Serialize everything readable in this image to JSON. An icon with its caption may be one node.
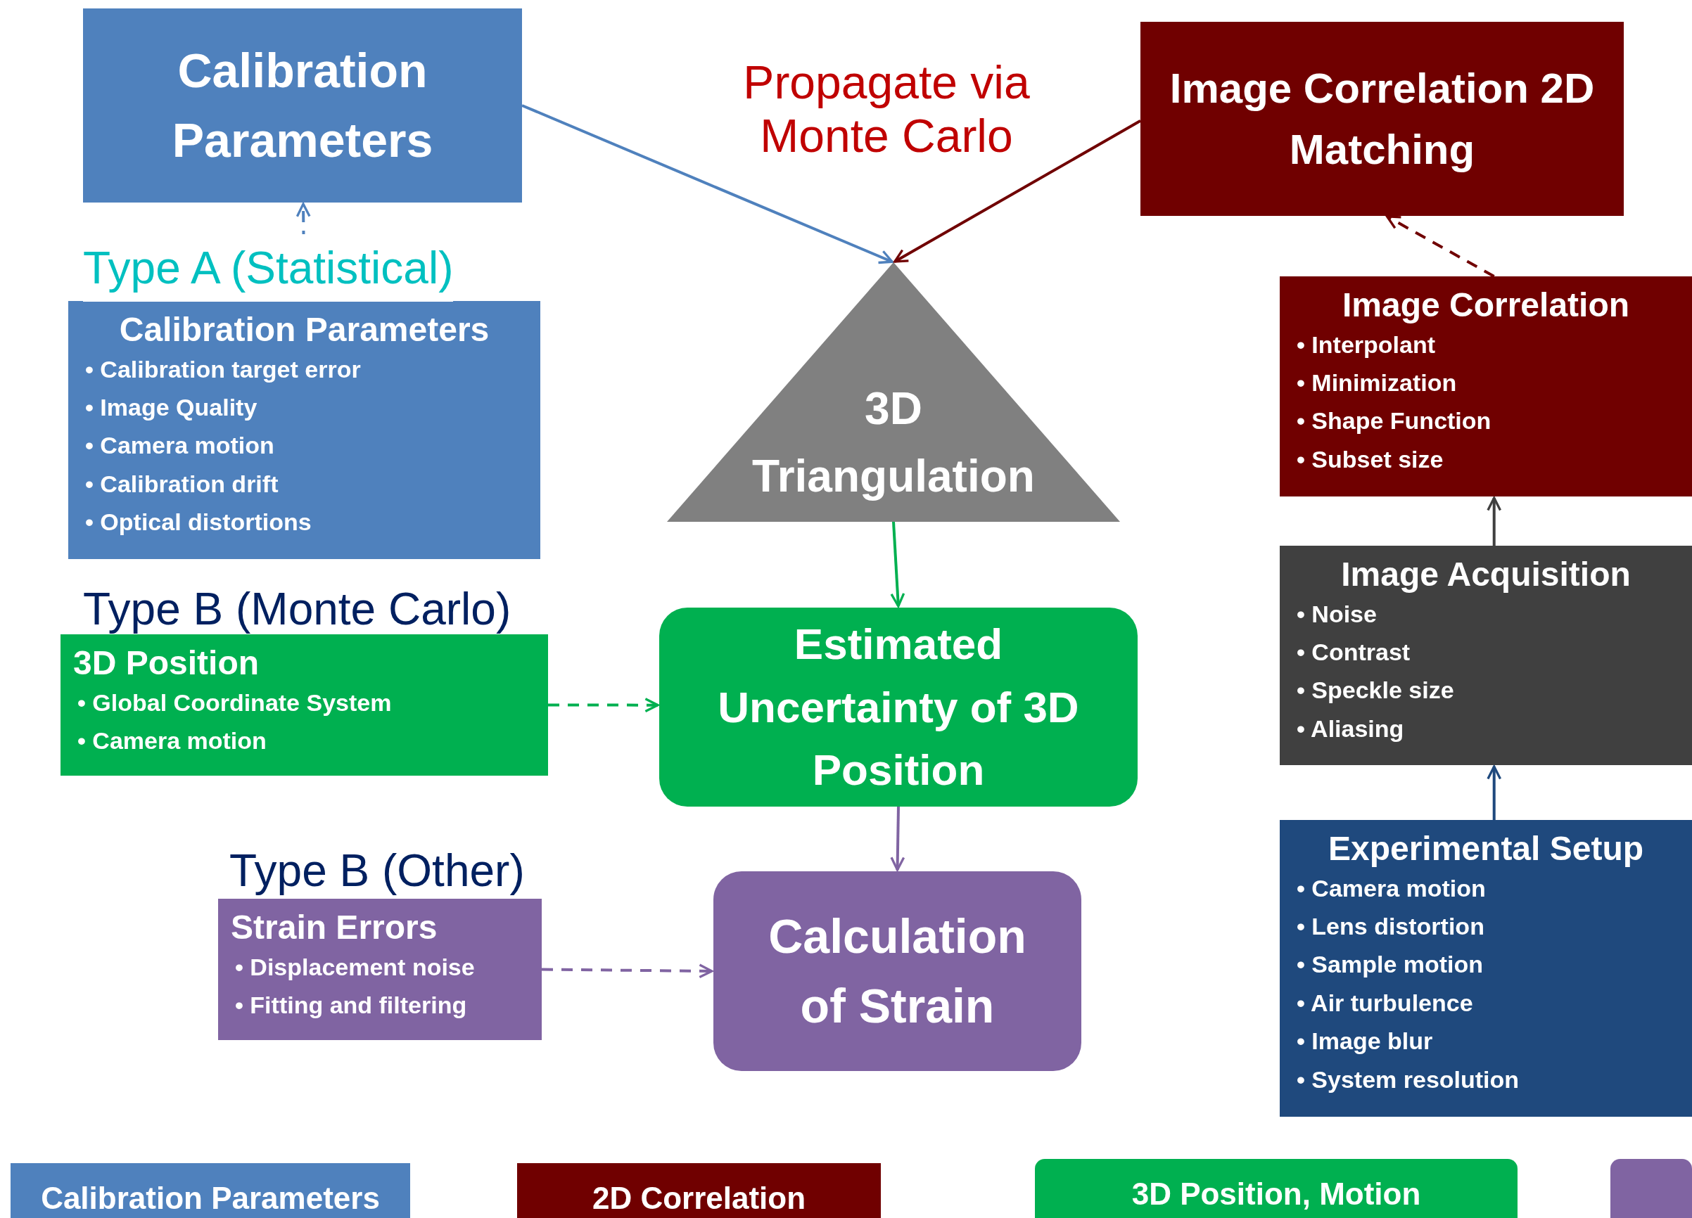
{
  "diagram": {
    "nodes": [
      {
        "text": [
          "Calibration Parameters"
        ]
      },
      {
        "text": [
          "Calibration Parameters",
          "• Calibration target error",
          "• Image Quality",
          "• Camera motion",
          "• Calibration drift",
          "• Optical distortions"
        ]
      },
      {
        "text": [
          "3D Triangulation"
        ]
      },
      {
        "text": [
          "Image Correlation 2D Matching"
        ]
      },
      {
        "text": [
          "Image Correlation",
          "• Interpolant",
          "• Minimization",
          "• Shape Function",
          "• Subset size"
        ]
      },
      {
        "text": [
          "Image Acquisition",
          "• Noise",
          "• Contrast",
          "• Speckle size",
          "• Aliasing"
        ]
      },
      {
        "text": [
          "Experimental Setup",
          "• Camera motion",
          "• Lens distortion",
          "• Sample motion",
          "• Air turbulence",
          "• Image blur",
          "• System resolution"
        ]
      },
      {
        "text": [
          "3D Position",
          "• Global Coordinate System",
          "• Camera motion"
        ]
      },
      {
        "text": [
          "Estimated Uncertainty of 3D Position"
        ]
      },
      {
        "text": [
          "Strain Errors",
          "• Displacement noise",
          "• Fitting and filtering"
        ]
      },
      {
        "text": [
          "Calculation of Strain"
        ]
      },
      {
        "text": [
          "Calibration Parameters"
        ]
      },
      {
        "text": [
          "2D Correlation"
        ]
      },
      {
        "text": [
          "3D Position, Motion"
        ]
      },
      {
        "text": [],
        "shape": "box"
      }
    ],
    "edges": [
      {
        "from": 0,
        "to": 2,
        "arrow": "to",
        "color": "#4f81bd"
      },
      {
        "from": 3,
        "to": 2,
        "arrow": "to",
        "color": "#700000"
      },
      {
        "from": 1,
        "to": 0,
        "arrow": "to",
        "style": "dashed",
        "color": "#4f81bd"
      },
      {
        "from": 4,
        "to": 3,
        "arrow": "to",
        "style": "dashed",
        "color": "#700000"
      },
      {
        "from": 2,
        "to": 8,
        "arrow": "to",
        "color": "#00b050"
      },
      {
        "from": 7,
        "to": 8,
        "arrow": "to",
        "style": "dashed",
        "color": "#00b050"
      },
      {
        "from": 8,
        "to": 10,
        "arrow": "to",
        "color": "#8064a2"
      },
      {
        "from": 9,
        "to": 10,
        "arrow": "to",
        "style": "dashed",
        "color": "#8064a2"
      },
      {
        "from": 5,
        "to": 4,
        "arrow": "to",
        "color": "#404040"
      },
      {
        "from": 6,
        "to": 5,
        "arrow": "to",
        "color": "#1f497d"
      }
    ],
    "labels": [
      "Propagate via Monte Carlo",
      "Type A (Statistical)",
      "Type B (Monte Carlo)",
      "Type B (Other)"
    ]
  }
}
